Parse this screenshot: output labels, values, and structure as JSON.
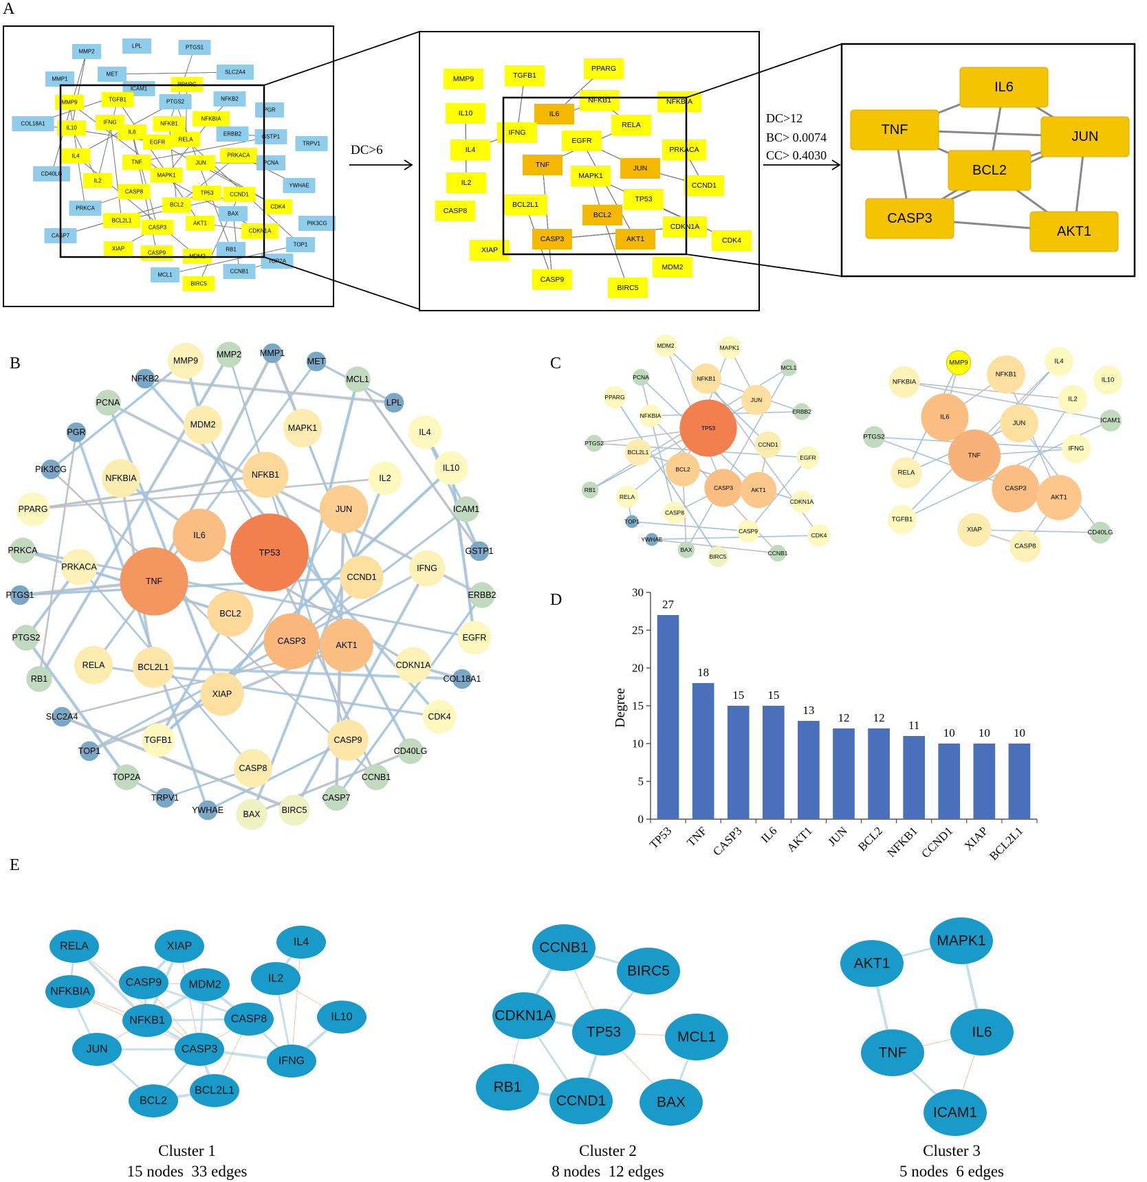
{
  "panel_letters": {
    "a": "A",
    "b": "B",
    "c": "C",
    "d": "D",
    "e": "E"
  },
  "panel_a": {
    "arrow1_label": "DC>6",
    "criteria": [
      "DC>12",
      "BC> 0.0074",
      "CC> 0.4030"
    ],
    "box1_nodes": [
      {
        "label": "MMP2",
        "color": "blue"
      },
      {
        "label": "LPL",
        "color": "blue"
      },
      {
        "label": "PTGS1",
        "color": "blue"
      },
      {
        "label": "MMP1",
        "color": "blue"
      },
      {
        "label": "MET",
        "color": "blue"
      },
      {
        "label": "SLC2A4",
        "color": "blue"
      },
      {
        "label": "ICAM1",
        "color": "blue"
      },
      {
        "label": "PPARG",
        "color": "yellow"
      },
      {
        "label": "MMP9",
        "color": "yellow"
      },
      {
        "label": "TGFB1",
        "color": "yellow"
      },
      {
        "label": "PTGS2",
        "color": "blue"
      },
      {
        "label": "NFKB2",
        "color": "blue"
      },
      {
        "label": "PGR",
        "color": "blue"
      },
      {
        "label": "COL18A1",
        "color": "blue"
      },
      {
        "label": "IL10",
        "color": "yellow"
      },
      {
        "label": "IFNG",
        "color": "yellow"
      },
      {
        "label": "IL6",
        "color": "yellow"
      },
      {
        "label": "NFKB1",
        "color": "yellow"
      },
      {
        "label": "NFKBIA",
        "color": "yellow"
      },
      {
        "label": "GSTP1",
        "color": "blue"
      },
      {
        "label": "ERBB2",
        "color": "blue"
      },
      {
        "label": "EGFR",
        "color": "yellow"
      },
      {
        "label": "RELA",
        "color": "yellow"
      },
      {
        "label": "TRPV1",
        "color": "blue"
      },
      {
        "label": "IL4",
        "color": "yellow"
      },
      {
        "label": "TNF",
        "color": "yellow"
      },
      {
        "label": "JUN",
        "color": "yellow"
      },
      {
        "label": "PRKACA",
        "color": "yellow"
      },
      {
        "label": "PCNA",
        "color": "blue"
      },
      {
        "label": "CD40LG",
        "color": "blue"
      },
      {
        "label": "IL2",
        "color": "yellow"
      },
      {
        "label": "MAPK1",
        "color": "yellow"
      },
      {
        "label": "YWHAE",
        "color": "blue"
      },
      {
        "label": "CASP8",
        "color": "yellow"
      },
      {
        "label": "TP53",
        "color": "yellow"
      },
      {
        "label": "CCND1",
        "color": "yellow"
      },
      {
        "label": "PRKCA",
        "color": "blue"
      },
      {
        "label": "BCL2",
        "color": "yellow"
      },
      {
        "label": "CDK4",
        "color": "yellow"
      },
      {
        "label": "BCL2L1",
        "color": "yellow"
      },
      {
        "label": "AKT1",
        "color": "yellow"
      },
      {
        "label": "BAX",
        "color": "blue"
      },
      {
        "label": "PIK3CG",
        "color": "blue"
      },
      {
        "label": "CASP3",
        "color": "yellow"
      },
      {
        "label": "CDKN1A",
        "color": "yellow"
      },
      {
        "label": "CASP7",
        "color": "blue"
      },
      {
        "label": "XIAP",
        "color": "yellow"
      },
      {
        "label": "TOP1",
        "color": "blue"
      },
      {
        "label": "CASP9",
        "color": "yellow"
      },
      {
        "label": "RB1",
        "color": "blue"
      },
      {
        "label": "MDM2",
        "color": "yellow"
      },
      {
        "label": "TOP2A",
        "color": "blue"
      },
      {
        "label": "MCL1",
        "color": "blue"
      },
      {
        "label": "CCNB1",
        "color": "blue"
      },
      {
        "label": "BIRC5",
        "color": "yellow"
      }
    ],
    "box2_nodes": [
      {
        "label": "MMP9",
        "color": "yellow"
      },
      {
        "label": "TGFB1",
        "color": "yellow"
      },
      {
        "label": "PPARG",
        "color": "yellow"
      },
      {
        "label": "IL10",
        "color": "yellow"
      },
      {
        "label": "IL6",
        "color": "orange"
      },
      {
        "label": "NFKB1",
        "color": "yellow"
      },
      {
        "label": "NFKBIA",
        "color": "yellow"
      },
      {
        "label": "IFNG",
        "color": "yellow"
      },
      {
        "label": "RELA",
        "color": "yellow"
      },
      {
        "label": "EGFR",
        "color": "yellow"
      },
      {
        "label": "IL4",
        "color": "yellow"
      },
      {
        "label": "PRKACA",
        "color": "yellow"
      },
      {
        "label": "TNF",
        "color": "orange"
      },
      {
        "label": "JUN",
        "color": "orange"
      },
      {
        "label": "MAPK1",
        "color": "yellow"
      },
      {
        "label": "IL2",
        "color": "yellow"
      },
      {
        "label": "CCND1",
        "color": "yellow"
      },
      {
        "label": "TP53",
        "color": "yellow"
      },
      {
        "label": "BCL2L1",
        "color": "yellow"
      },
      {
        "label": "CASP8",
        "color": "yellow"
      },
      {
        "label": "BCL2",
        "color": "orange"
      },
      {
        "label": "CDKN1A",
        "color": "yellow"
      },
      {
        "label": "CASP3",
        "color": "orange"
      },
      {
        "label": "AKT1",
        "color": "orange"
      },
      {
        "label": "CDK4",
        "color": "yellow"
      },
      {
        "label": "XIAP",
        "color": "yellow"
      },
      {
        "label": "MDM2",
        "color": "yellow"
      },
      {
        "label": "CASP9",
        "color": "yellow"
      },
      {
        "label": "BIRC5",
        "color": "yellow"
      }
    ],
    "box3_nodes": [
      {
        "label": "IL6"
      },
      {
        "label": "TNF"
      },
      {
        "label": "JUN"
      },
      {
        "label": "BCL2"
      },
      {
        "label": "CASP3"
      },
      {
        "label": "AKT1"
      }
    ]
  },
  "panel_b": {
    "nodes": [
      {
        "label": "MMP9",
        "level": 0.15
      },
      {
        "label": "MMP2",
        "level": 0.0
      },
      {
        "label": "MMP1",
        "level": -1
      },
      {
        "label": "MET",
        "level": -1
      },
      {
        "label": "NFKB2",
        "level": -0.5
      },
      {
        "label": "MCL1",
        "level": 0.0
      },
      {
        "label": "LPL",
        "level": -1
      },
      {
        "label": "PCNA",
        "level": 0.0
      },
      {
        "label": "MDM2",
        "level": 0.2
      },
      {
        "label": "MAPK1",
        "level": 0.2
      },
      {
        "label": "PGR",
        "level": -1
      },
      {
        "label": "IL4",
        "level": 0.1
      },
      {
        "label": "PIK3CG",
        "level": -1
      },
      {
        "label": "NFKBIA",
        "level": 0.2
      },
      {
        "label": "NFKB1",
        "level": 0.35
      },
      {
        "label": "IL2",
        "level": 0.1
      },
      {
        "label": "IL10",
        "level": 0.1
      },
      {
        "label": "PPARG",
        "level": 0.1
      },
      {
        "label": "JUN",
        "level": 0.4
      },
      {
        "label": "ICAM1",
        "level": 0.0
      },
      {
        "label": "IL6",
        "level": 0.5
      },
      {
        "label": "TP53",
        "level": 1.0
      },
      {
        "label": "PRKCA",
        "level": 0.0
      },
      {
        "label": "GSTP1",
        "level": -1
      },
      {
        "label": "PRKACA",
        "level": 0.15
      },
      {
        "label": "TNF",
        "level": 0.8
      },
      {
        "label": "CCND1",
        "level": 0.3
      },
      {
        "label": "IFNG",
        "level": 0.15
      },
      {
        "label": "PTGS1",
        "level": -1
      },
      {
        "label": "ERBB2",
        "level": 0.0
      },
      {
        "label": "BCL2",
        "level": 0.35
      },
      {
        "label": "PTGS2",
        "level": 0.0
      },
      {
        "label": "CASP3",
        "level": 0.55
      },
      {
        "label": "AKT1",
        "level": 0.5
      },
      {
        "label": "EGFR",
        "level": 0.1
      },
      {
        "label": "RELA",
        "level": 0.2
      },
      {
        "label": "BCL2L1",
        "level": 0.25
      },
      {
        "label": "CDKN1A",
        "level": 0.15
      },
      {
        "label": "RB1",
        "level": 0.0
      },
      {
        "label": "COL18A1",
        "level": -1
      },
      {
        "label": "XIAP",
        "level": 0.3
      },
      {
        "label": "SLC2A4",
        "level": -1
      },
      {
        "label": "CDK4",
        "level": 0.1
      },
      {
        "label": "TGFB1",
        "level": 0.1
      },
      {
        "label": "CASP9",
        "level": 0.25
      },
      {
        "label": "TOP1",
        "level": -1
      },
      {
        "label": "CD40LG",
        "level": 0.0
      },
      {
        "label": "CASP8",
        "level": 0.2
      },
      {
        "label": "TOP2A",
        "level": 0.0
      },
      {
        "label": "CCNB1",
        "level": 0.0
      },
      {
        "label": "TRPV1",
        "level": -1
      },
      {
        "label": "CASP7",
        "level": 0.0
      },
      {
        "label": "YWHAE",
        "level": -1
      },
      {
        "label": "BAX",
        "level": 0.05
      },
      {
        "label": "BIRC5",
        "level": 0.05
      }
    ]
  },
  "panel_c": {
    "left_nodes": [
      {
        "label": "MDM2",
        "level": 0.1
      },
      {
        "label": "MAPK1",
        "level": 0.1
      },
      {
        "label": "MCL1",
        "level": 0.0
      },
      {
        "label": "PCNA",
        "level": 0.0
      },
      {
        "label": "NFKB1",
        "level": 0.3
      },
      {
        "label": "PPARG",
        "level": 0.1
      },
      {
        "label": "JUN",
        "level": 0.3
      },
      {
        "label": "ERBB2",
        "level": 0.0
      },
      {
        "label": "NFKBIA",
        "level": 0.1
      },
      {
        "label": "TP53",
        "level": 1.0
      },
      {
        "label": "PTGS2",
        "level": 0.0
      },
      {
        "label": "CCND1",
        "level": 0.2
      },
      {
        "label": "BCL2L1",
        "level": 0.2
      },
      {
        "label": "EGFR",
        "level": 0.1
      },
      {
        "label": "BCL2",
        "level": 0.4
      },
      {
        "label": "CASP3",
        "level": 0.5
      },
      {
        "label": "AKT1",
        "level": 0.45
      },
      {
        "label": "RB1",
        "level": 0.0
      },
      {
        "label": "RELA",
        "level": 0.1
      },
      {
        "label": "CDKN1A",
        "level": 0.1
      },
      {
        "label": "CASP8",
        "level": 0.1
      },
      {
        "label": "TOP1",
        "level": -1
      },
      {
        "label": "CASP9",
        "level": 0.1
      },
      {
        "label": "CDK4",
        "level": 0.1
      },
      {
        "label": "YWHAE",
        "level": -1
      },
      {
        "label": "BAX",
        "level": 0.0
      },
      {
        "label": "BIRC5",
        "level": 0.05
      },
      {
        "label": "CCNB1",
        "level": 0.0
      }
    ],
    "right_nodes": [
      {
        "label": "MMP9",
        "level": 1.2
      },
      {
        "label": "IL4",
        "level": 0.1
      },
      {
        "label": "NFKBIA",
        "level": 0.15
      },
      {
        "label": "NFKB1",
        "level": 0.3
      },
      {
        "label": "IL10",
        "level": 0.1
      },
      {
        "label": "IL2",
        "level": 0.1
      },
      {
        "label": "IL6",
        "level": 0.5
      },
      {
        "label": "JUN",
        "level": 0.3
      },
      {
        "label": "ICAM1",
        "level": 0.0
      },
      {
        "label": "PTGS2",
        "level": 0.0
      },
      {
        "label": "TNF",
        "level": 0.6
      },
      {
        "label": "IFNG",
        "level": 0.1
      },
      {
        "label": "RELA",
        "level": 0.15
      },
      {
        "label": "CASP3",
        "level": 0.5
      },
      {
        "label": "AKT1",
        "level": 0.45
      },
      {
        "label": "TGFB1",
        "level": 0.1
      },
      {
        "label": "XIAP",
        "level": 0.2
      },
      {
        "label": "CD40LG",
        "level": 0.0
      },
      {
        "label": "CASP8",
        "level": 0.15
      }
    ]
  },
  "chart_data": {
    "type": "bar",
    "categories": [
      "TP53",
      "TNF",
      "CASP3",
      "IL6",
      "AKT1",
      "JUN",
      "BCL2",
      "NFKB1",
      "CCND1",
      "XIAP",
      "BCL2L1"
    ],
    "values": [
      27,
      18,
      15,
      15,
      13,
      12,
      12,
      11,
      10,
      10,
      10
    ],
    "ylabel": "Degree",
    "ylim": [
      0,
      30
    ],
    "yticks": [
      "0",
      "5",
      "10",
      "15",
      "20",
      "25",
      "30"
    ],
    "bar_color": "#4a6fbb",
    "grid": false
  },
  "panel_e": {
    "clusters": [
      {
        "title": "Cluster 1",
        "stats": "15 nodes  33 edges",
        "nodes": [
          "RELA",
          "XIAP",
          "IL4",
          "CASP9",
          "MDM2",
          "IL2",
          "NFKBIA",
          "NFKB1",
          "CASP8",
          "IL10",
          "JUN",
          "CASP3",
          "IFNG",
          "BCL2",
          "BCL2L1"
        ]
      },
      {
        "title": "Cluster 2",
        "stats": "8 nodes  12 edges",
        "nodes": [
          "CCNB1",
          "BIRC5",
          "CDKN1A",
          "TP53",
          "MCL1",
          "RB1",
          "CCND1",
          "BAX"
        ]
      },
      {
        "title": "Cluster 3",
        "stats": "5 nodes  6 edges",
        "nodes": [
          "MAPK1",
          "AKT1",
          "IL6",
          "TNF",
          "ICAM1"
        ]
      }
    ],
    "node_color": "#1a9ac8"
  },
  "colors": {
    "blue_node": "#8fcdea",
    "yellow_node": "#ffff00",
    "orange_node": "#f5b800",
    "gold_node": "#f5c400",
    "edge_blue": "#9fc3dd",
    "edge_orange": "#f4b38a"
  }
}
